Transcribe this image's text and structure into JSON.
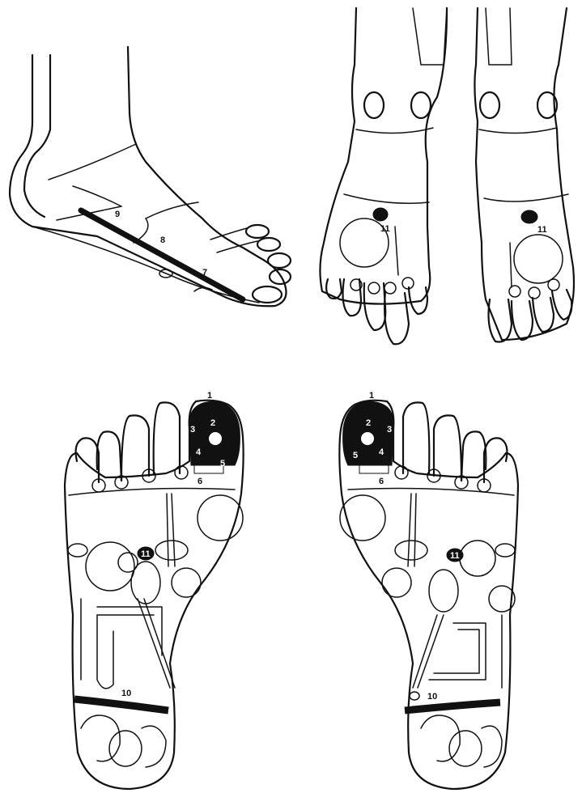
{
  "side_view": {
    "labels": {
      "n9": "9",
      "n8": "8",
      "n7": "7"
    }
  },
  "top_view": {
    "left_label": "11",
    "right_label": "11"
  },
  "sole_left": {
    "labels": {
      "n1": "1",
      "n2": "2",
      "n3": "3",
      "n4": "4",
      "n5": "5",
      "n6": "6",
      "n10": "10",
      "n11": "11"
    }
  },
  "sole_right": {
    "labels": {
      "n1": "1",
      "n2": "2",
      "n3": "3",
      "n4": "4",
      "n5": "5",
      "n6": "6",
      "n10": "10",
      "n11": "11"
    }
  },
  "colors": {
    "line": "#111111",
    "background": "#ffffff",
    "highlight": "#111111"
  }
}
